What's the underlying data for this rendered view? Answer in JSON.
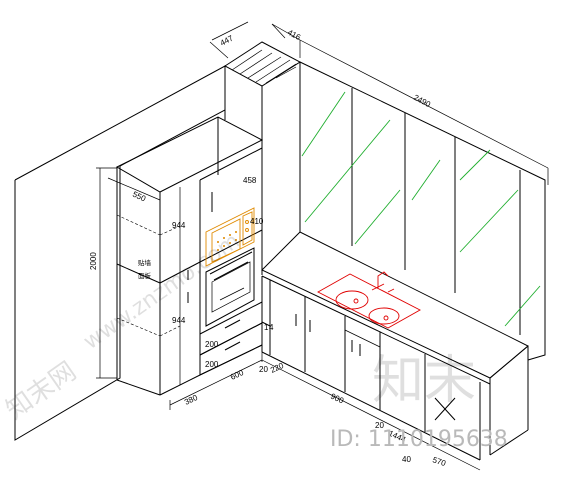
{
  "dimensions": {
    "top_depth_447": "447",
    "top_depth_416": "416",
    "wall_length": "2490",
    "tall_height": "2000",
    "tall_depth": "550",
    "upper_height": "944",
    "lower_height": "944",
    "microwave_right": "458",
    "oven_right": "410",
    "drawer_a": "200",
    "drawer_b": "200",
    "base_380": "380",
    "base_600": "600",
    "base_20": "20",
    "base_220": "220",
    "base_900": "900",
    "base_20b": "20",
    "base_1444": "1444",
    "base_40": "40",
    "base_570": "570",
    "side_1": "1",
    "side_2": "4"
  },
  "labels": {
    "cabinet_note_1": "贴墙",
    "cabinet_note_2": "面板"
  },
  "watermark": {
    "logo_text": "知末",
    "site": "www.znzmo.com",
    "left_logo": "知末网",
    "id_text": "ID: 1110195638"
  },
  "colors": {
    "appliance": "#e08a00",
    "sink": "#e00000",
    "glass": "#1fae2e",
    "line": "#000000"
  }
}
